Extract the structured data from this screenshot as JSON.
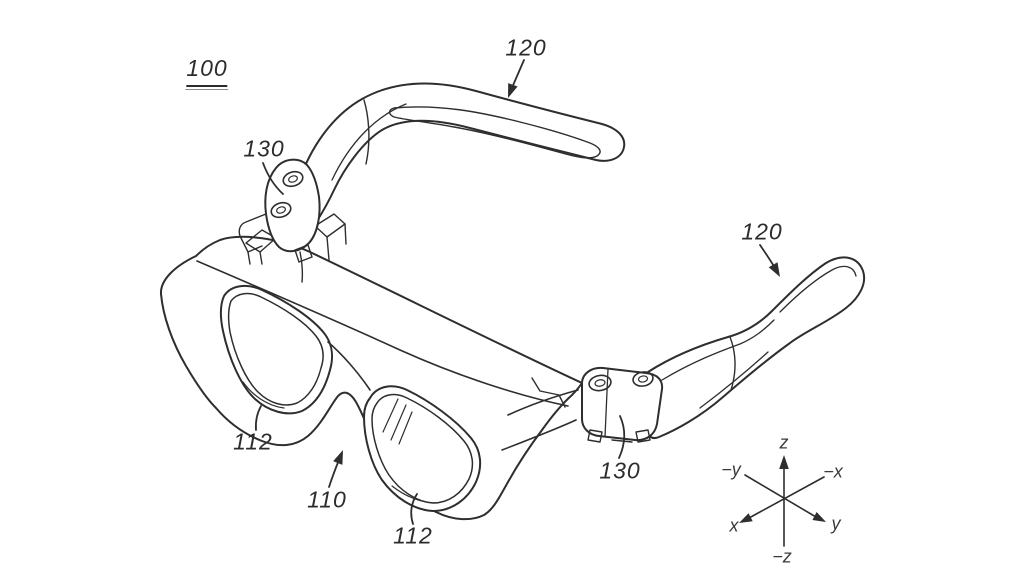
{
  "figure": {
    "type": "patent-line-drawing",
    "subject": "smart-glasses",
    "background": "#ffffff",
    "ink": "#2e2e2e",
    "refs": {
      "r100": "100",
      "r120_top": "120",
      "r130_left": "130",
      "r120_right": "120",
      "r130_right": "130",
      "r112_left": "112",
      "r110": "110",
      "r112_right": "112"
    },
    "axes": {
      "z": "z",
      "neg_z": "−z",
      "neg_y": "−y",
      "neg_x": "−x",
      "x": "x",
      "y": "y"
    }
  }
}
